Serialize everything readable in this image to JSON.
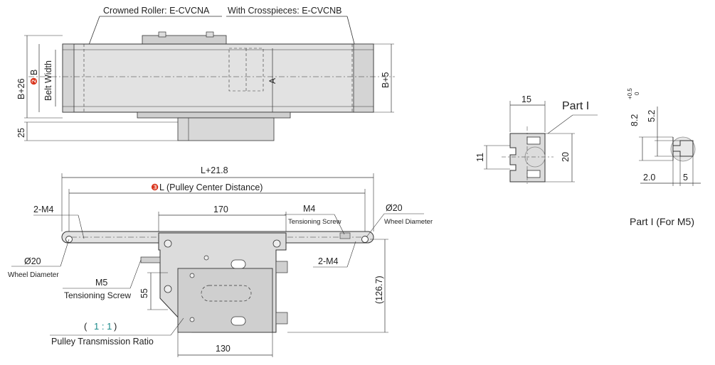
{
  "top_view": {
    "label_crowned_roller": "Crowned Roller: E-CVCNA",
    "label_crosspieces": "With Crosspieces: E-CVCNB",
    "dim_b_plus_26": "B+26",
    "marker_b": "❷",
    "dim_b": "B",
    "dim_belt_width": "Belt Width",
    "dim_b_plus_5": "B+5",
    "dim_a": "A",
    "dim_25": "25"
  },
  "front_view": {
    "dim_l_plus_21_8": "L+21.8",
    "marker_l": "❸",
    "dim_l_label": "L (Pulley Center Distance)",
    "dim_170": "170",
    "label_2m4_left": "2-M4",
    "label_2m4_right": "2-M4",
    "label_m4": "M4",
    "label_tensioning_screw_right": "Tensioning Screw",
    "label_dia20_right": "Ø20",
    "label_wheel_diameter_right": "Wheel Diameter",
    "label_dia20_left": "Ø20",
    "label_wheel_diameter_left": "Wheel Diameter",
    "label_m5": "M5",
    "label_tensioning_screw_left": "Tensioning Screw",
    "dim_55": "55",
    "dim_126_7": "(126.7)",
    "ratio_open": "( ",
    "ratio_value": "1 : 1",
    "ratio_close": " )",
    "label_pulley_ratio": "Pulley Transmission Ratio",
    "dim_130": "130"
  },
  "part_detail": {
    "dim_15": "15",
    "label_part_i": "Part I",
    "dim_11": "11",
    "dim_20": "20"
  },
  "part_m5": {
    "dim_8_2": "8.2",
    "dim_tol_upper": "+0.5",
    "dim_tol_lower": "0",
    "dim_5_2": "5.2",
    "dim_2_0": "2.0",
    "dim_5": "5",
    "caption": "Part I (For M5)"
  },
  "colors": {
    "line": "#333333",
    "fill_body": "#e2e2e2",
    "fill_dark": "#bdbdbd",
    "marker_red": "#d9341c",
    "ratio_teal": "#1a8a8a"
  }
}
